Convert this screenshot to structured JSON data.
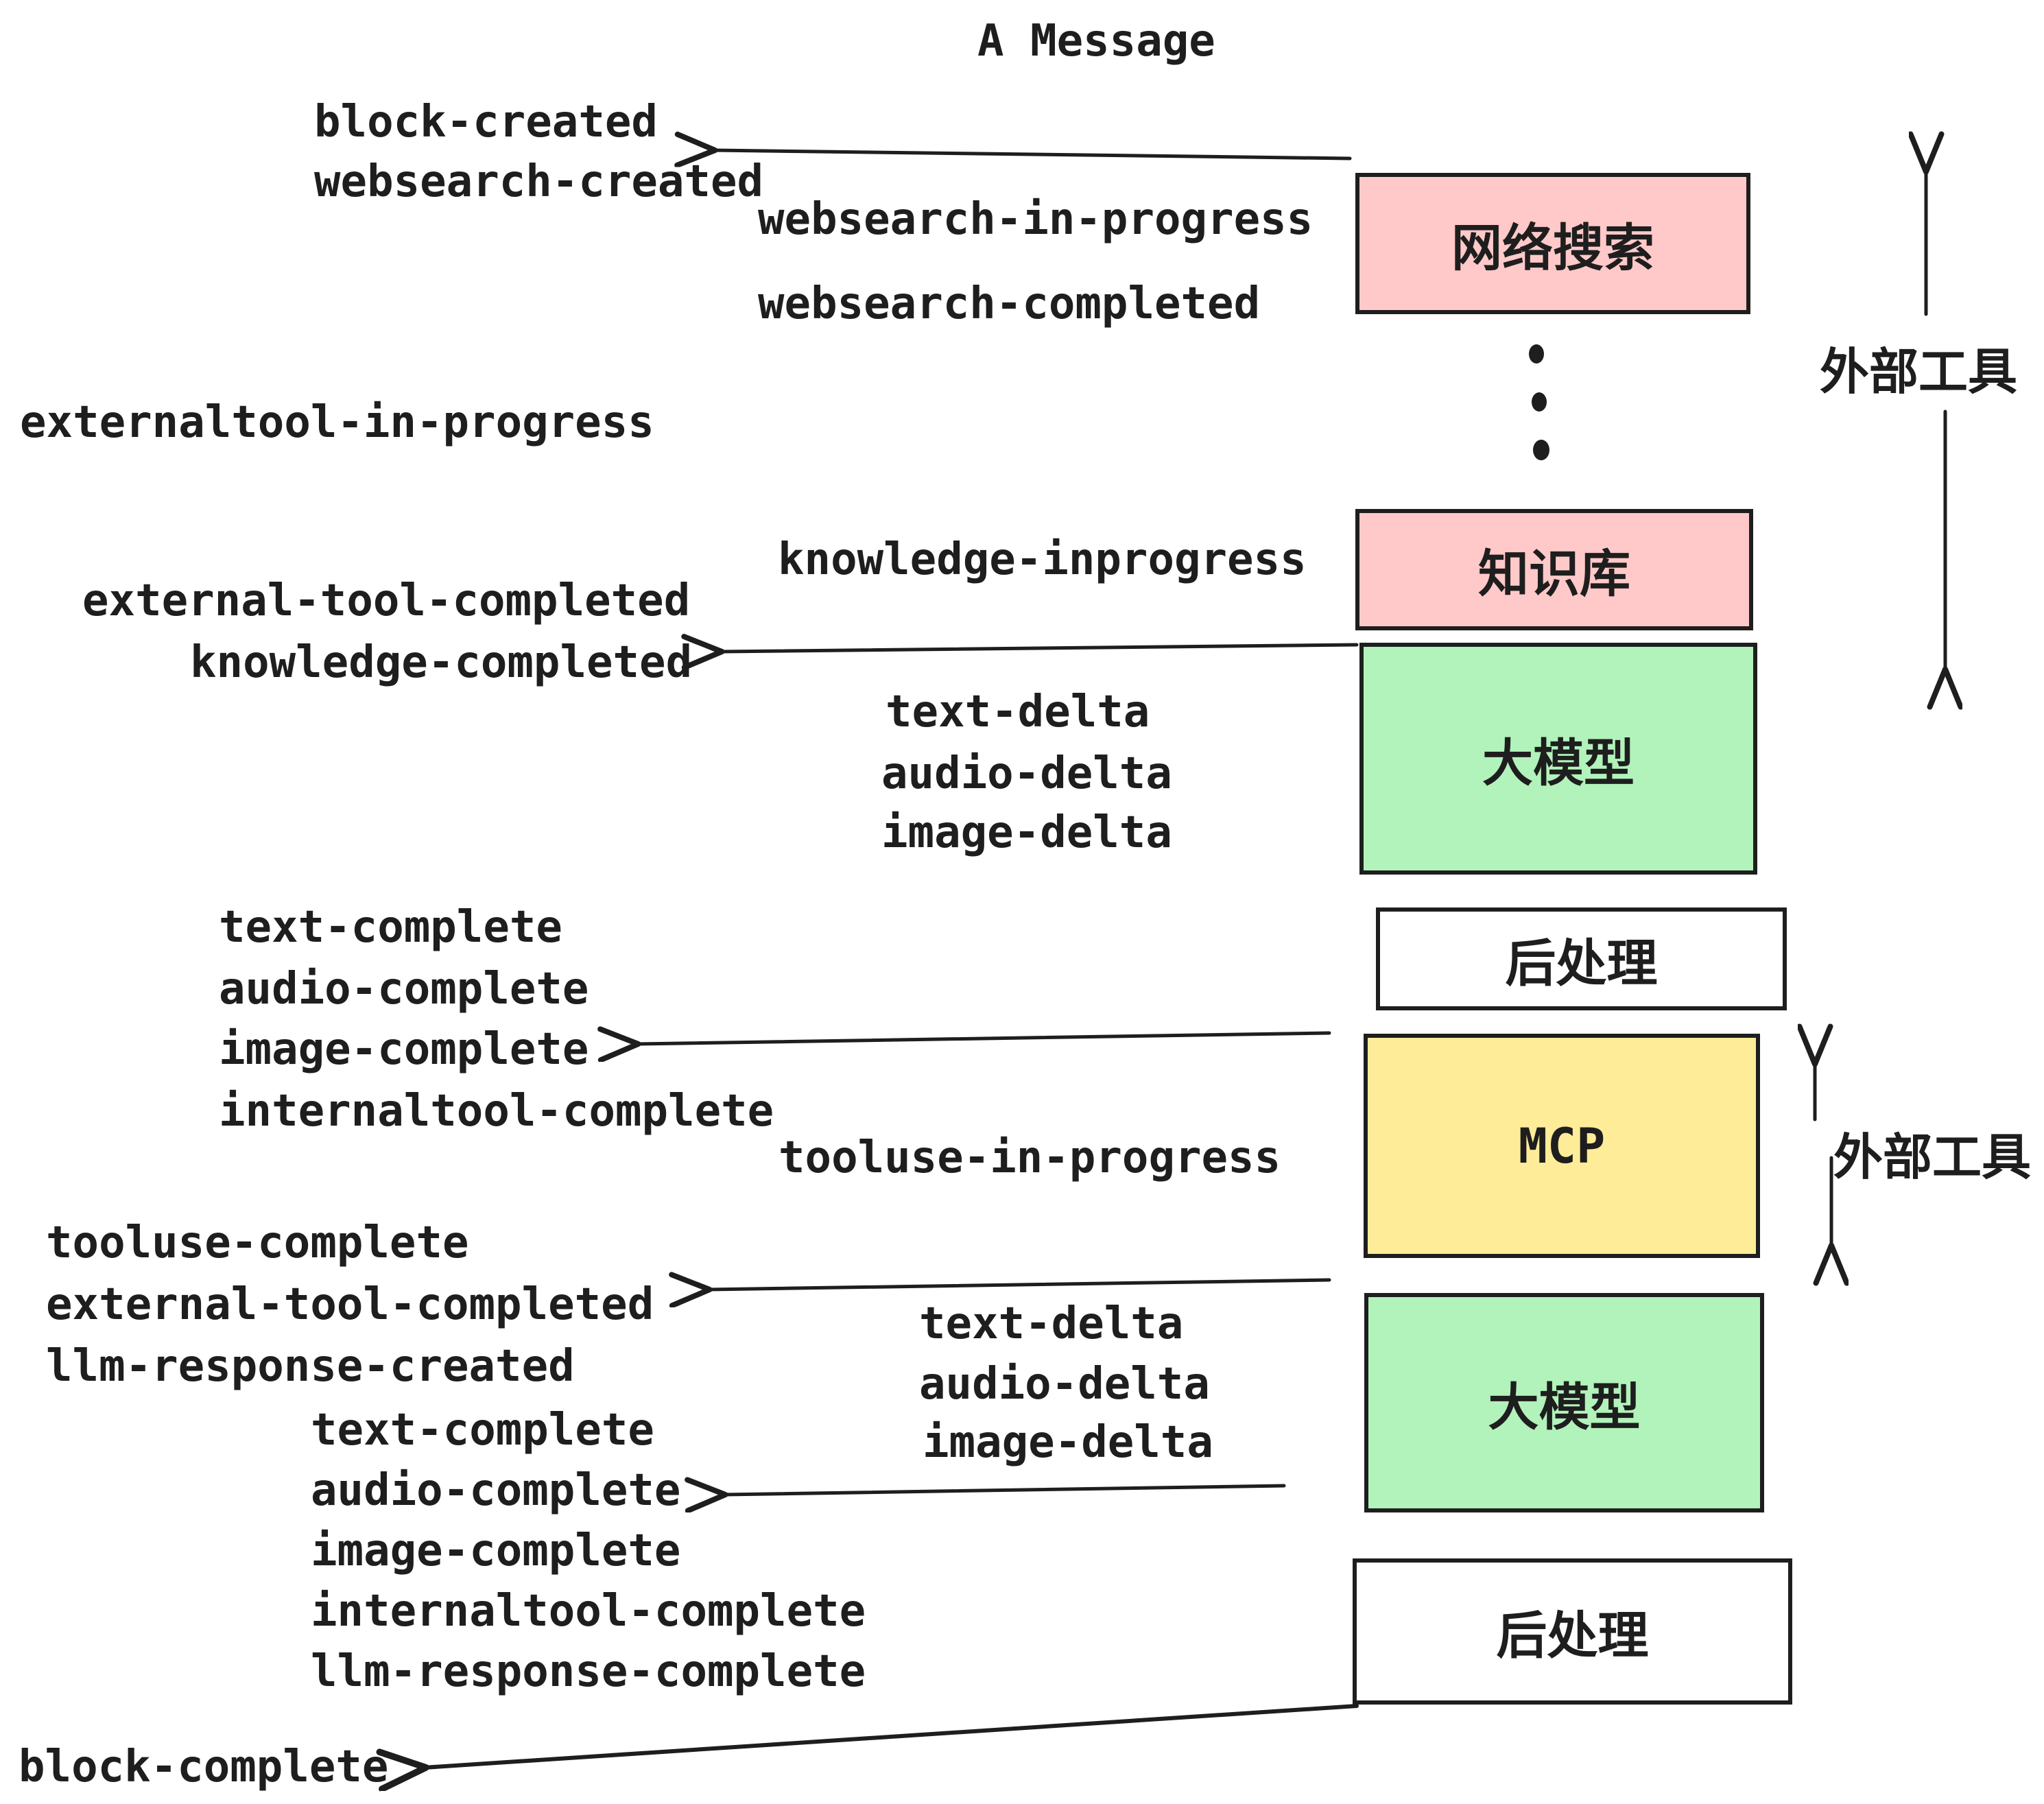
{
  "title": "A Message",
  "colors": {
    "box_pink": "#ffc9c9",
    "box_green": "#b2f2bb",
    "box_yellow": "#ffec99",
    "box_white": "#ffffff",
    "stroke": "#1e1e1e",
    "background": "#ffffff"
  },
  "events": {
    "block_created": "block-created",
    "websearch_created": "websearch-created",
    "websearch_in_progress": "websearch-in-progress",
    "websearch_completed": "websearch-completed",
    "externaltool_in_progress": "externaltool-in-progress",
    "knowledge_inprogress": "knowledge-inprogress",
    "external_tool_completed": "external-tool-completed",
    "knowledge_completed": "knowledge-completed",
    "text_delta": "text-delta",
    "audio_delta": "audio-delta",
    "image_delta": "image-delta",
    "text_complete": "text-complete",
    "audio_complete": "audio-complete",
    "image_complete": "image-complete",
    "internaltool_complete": "internaltool-complete",
    "tooluse_in_progress": "tooluse-in-progress",
    "tooluse_complete": "tooluse-complete",
    "llm_response_created": "llm-response-created",
    "llm_response_complete": "llm-response-complete",
    "block_complete": "block-complete"
  },
  "boxes": [
    {
      "name": "websearch",
      "label": "网络搜索",
      "fill": "#ffc9c9"
    },
    {
      "name": "knowledge",
      "label": "知识库",
      "fill": "#ffc9c9"
    },
    {
      "name": "llm-1",
      "label": "大模型",
      "fill": "#b2f2bb"
    },
    {
      "name": "postprocess-1",
      "label": "后处理",
      "fill": "#ffffff"
    },
    {
      "name": "mcp",
      "label": "MCP",
      "fill": "#ffec99"
    },
    {
      "name": "llm-2",
      "label": "大模型",
      "fill": "#b2f2bb"
    },
    {
      "name": "postprocess-2",
      "label": "后处理",
      "fill": "#ffffff"
    }
  ],
  "annotations": {
    "external_tools_top": "外部工具",
    "external_tools_bottom": "外部工具"
  },
  "ellipsis_icon": "vertical-dots"
}
